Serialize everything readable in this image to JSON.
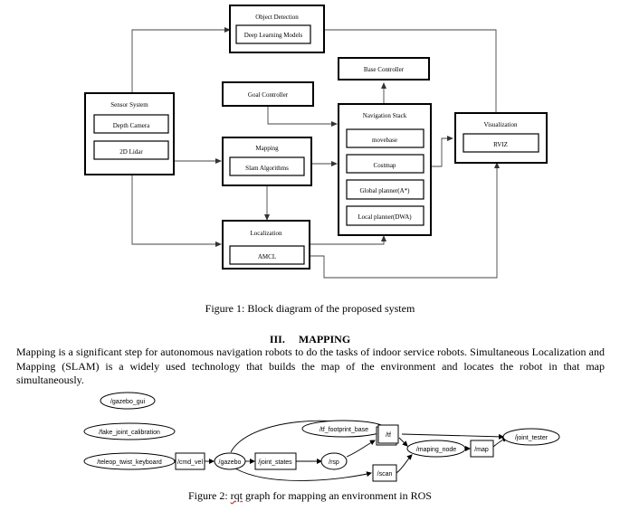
{
  "figure1": {
    "sensor_system": {
      "title": "Sensor System",
      "depth_camera": "Depth Camera",
      "lidar": "2D Lidar"
    },
    "object_detection": {
      "title": "Object Detection",
      "models": "Deep Learning Models"
    },
    "goal_controller": "Goal Controller",
    "base_controller": "Base Controller",
    "mapping": {
      "title": "Mapping",
      "slam": "Slam  Algorithms"
    },
    "localization": {
      "title": "Localization",
      "amcl": "AMCL"
    },
    "navigation_stack": {
      "title": "Navigation Stack",
      "movebase": "movebase",
      "costmap": "Costmap",
      "global_planner": "Global  planner(A*)",
      "local_planner": "Local  planner(DWA)"
    },
    "visualization": {
      "title": "Visualization",
      "rviz": "RVIZ"
    },
    "caption": "Figure 1: Block diagram of the proposed system"
  },
  "section": {
    "number": "III.",
    "title": "MAPPING"
  },
  "paragraph": "Mapping is a significant step for autonomous navigation robots to do the tasks of indoor service robots. Simultaneous Localization and Mapping (SLAM) is a widely used technology that builds the map of the environment and locates the robot in that map simultaneously.",
  "figure2": {
    "nodes": {
      "gazebo_gui": "/gazebo_gui",
      "fake_joint_calibration": "/fake_joint_calibration",
      "teleop_twist_keyboard": "/teleop_twist_keyboard",
      "gazebo": "/gazebo",
      "rsp": "/rsp",
      "maping_node": "/maping_node",
      "joint_tester": "/joint_tester"
    },
    "topics": {
      "cmd_vel": "/cmd_vel",
      "joint_states": "/joint_states",
      "tf_footprint_base": "/tf_footprint_base",
      "tf": "/tf",
      "scan": "/scan",
      "map": "/map"
    },
    "caption_prefix": "Figure 2: ",
    "caption_rqt": "rqt",
    "caption_suffix": " graph for mapping an environment in ROS"
  }
}
